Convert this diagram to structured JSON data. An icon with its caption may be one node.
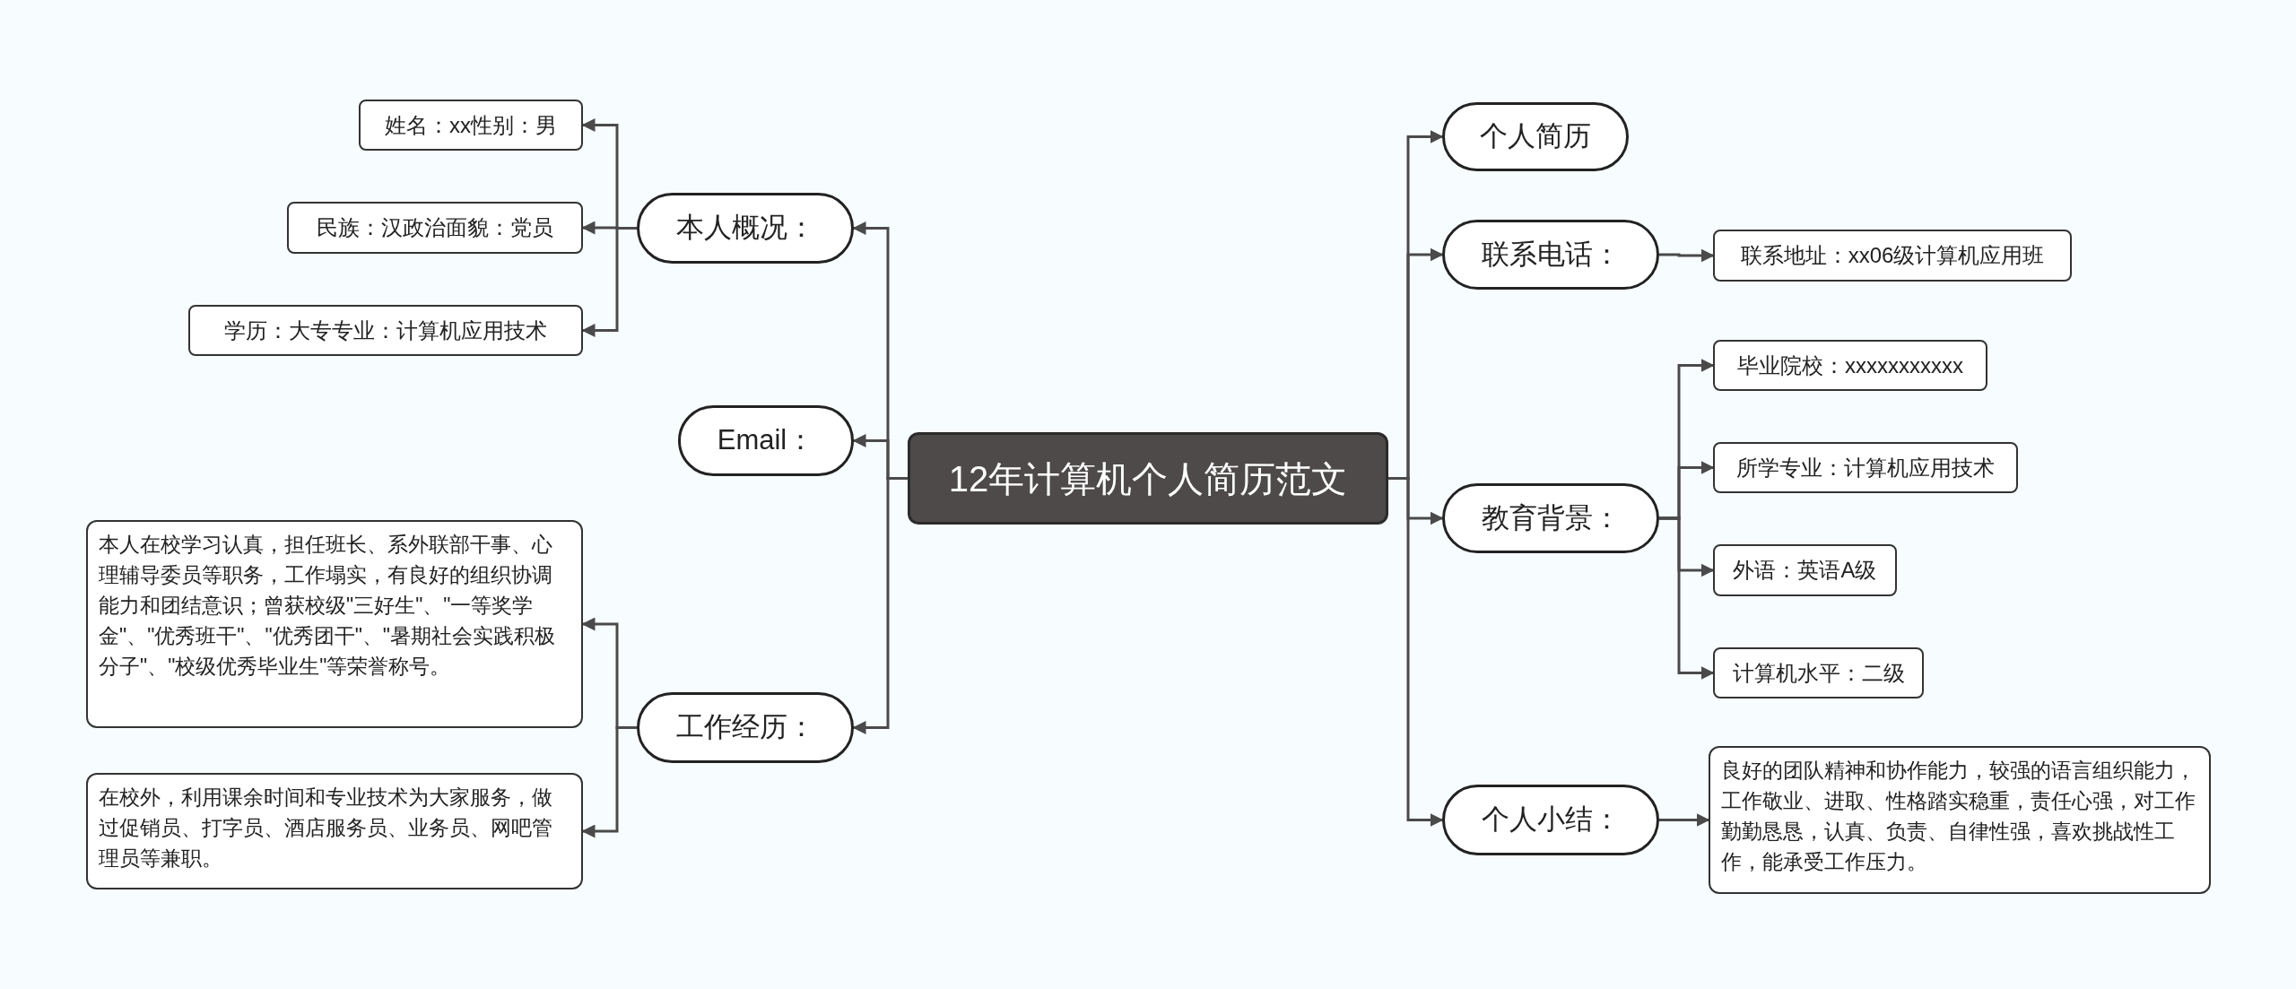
{
  "diagram": {
    "nodes": [
      {
        "text": [
          "12年计算机个人简历范文"
        ]
      },
      {
        "text": [
          "本人概况："
        ]
      },
      {
        "text": [
          "姓名：xx性别：男"
        ]
      },
      {
        "text": [
          "民族：汉政治面貌：党员"
        ]
      },
      {
        "text": [
          "学历：大专专业：计算机应用技术"
        ]
      },
      {
        "text": [
          "Email："
        ]
      },
      {
        "text": [
          "工作经历："
        ]
      },
      {
        "text": [
          "本人在校学习认真，担任班长、系外联部干事、心理辅导委员等职务，工作塌实，有良好的组织协调能力和团结意识；曾获校级\"三好生\"、\"一等奖学金\"、\"优秀班干\"、\"优秀团干\"、\"暑期社会实践积极分子\"、\"校级优秀毕业生\"等荣誉称号。"
        ]
      },
      {
        "text": [
          "在校外，利用课余时间和专业技术为大家服务，做过促销员、打字员、酒店服务员、业务员、网吧管理员等兼职。"
        ]
      },
      {
        "text": [
          "个人简历"
        ]
      },
      {
        "text": [
          "联系电话："
        ]
      },
      {
        "text": [
          "联系地址：xx06级计算机应用班"
        ]
      },
      {
        "text": [
          "教育背景："
        ]
      },
      {
        "text": [
          "毕业院校：xxxxxxxxxxx"
        ]
      },
      {
        "text": [
          "所学专业：计算机应用技术"
        ]
      },
      {
        "text": [
          "外语：英语A级"
        ]
      },
      {
        "text": [
          "计算机水平：二级"
        ]
      },
      {
        "text": [
          "个人小结："
        ]
      },
      {
        "text": [
          "良好的团队精神和协作能力，较强的语言组织能力，工作敬业、进取、性格踏实稳重，责任心强，对工作勤勤恳恳，认真、负责、自律性强，喜欢挑战性工作，能承受工作压力。"
        ]
      }
    ],
    "edges": [
      {
        "from": 0,
        "to": 1,
        "arrow": "to"
      },
      {
        "from": 1,
        "to": 2,
        "arrow": "to"
      },
      {
        "from": 1,
        "to": 3,
        "arrow": "to"
      },
      {
        "from": 1,
        "to": 4,
        "arrow": "to"
      },
      {
        "from": 0,
        "to": 5,
        "arrow": "to"
      },
      {
        "from": 0,
        "to": 6,
        "arrow": "to"
      },
      {
        "from": 6,
        "to": 7,
        "arrow": "to"
      },
      {
        "from": 6,
        "to": 8,
        "arrow": "to"
      },
      {
        "from": 0,
        "to": 9,
        "arrow": "to"
      },
      {
        "from": 0,
        "to": 10,
        "arrow": "to"
      },
      {
        "from": 10,
        "to": 11,
        "arrow": "to"
      },
      {
        "from": 0,
        "to": 12,
        "arrow": "to"
      },
      {
        "from": 12,
        "to": 13,
        "arrow": "to"
      },
      {
        "from": 12,
        "to": 14,
        "arrow": "to"
      },
      {
        "from": 12,
        "to": 15,
        "arrow": "to"
      },
      {
        "from": 12,
        "to": 16,
        "arrow": "to"
      },
      {
        "from": 0,
        "to": 17,
        "arrow": "to"
      },
      {
        "from": 17,
        "to": 18,
        "arrow": "to"
      }
    ]
  }
}
